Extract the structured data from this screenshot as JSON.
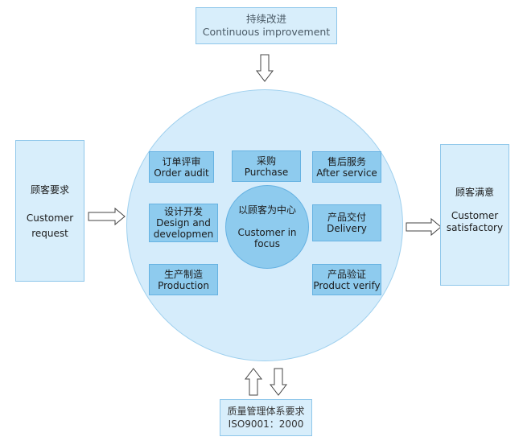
{
  "top_box": {
    "zh": "持续改进",
    "en": "Continuous improvement"
  },
  "left_box": {
    "zh": "顾客要求",
    "en_line1": "Customer",
    "en_line2": "request"
  },
  "right_box": {
    "zh": "顾客满意",
    "en_line1": "Customer",
    "en_line2": "satisfactory"
  },
  "bottom_box": {
    "zh": "质量管理体系要求",
    "en": "ISO9001：2000"
  },
  "center": {
    "zh": "以顾客为中心",
    "en_line1": "Customer in",
    "en_line2": "focus"
  },
  "processes": {
    "order_audit": {
      "zh": "订单评审",
      "en": "Order audit"
    },
    "purchase": {
      "zh": "采购",
      "en": "Purchase"
    },
    "after_service": {
      "zh": "售后服务",
      "en": "After service"
    },
    "design": {
      "zh": "设计开发",
      "en_line1": "Design and",
      "en_line2": "developmen"
    },
    "delivery": {
      "zh": "产品交付",
      "en": "Delivery"
    },
    "production": {
      "zh": "生产制造",
      "en": "Production"
    },
    "product_verify": {
      "zh": "产品验证",
      "en": "Product verify"
    }
  },
  "colors": {
    "outer_fill": "#d8eefb",
    "circle_fill": "#d5ecfb",
    "process_fill": "#8ecbee",
    "border": "#66b2e2"
  }
}
